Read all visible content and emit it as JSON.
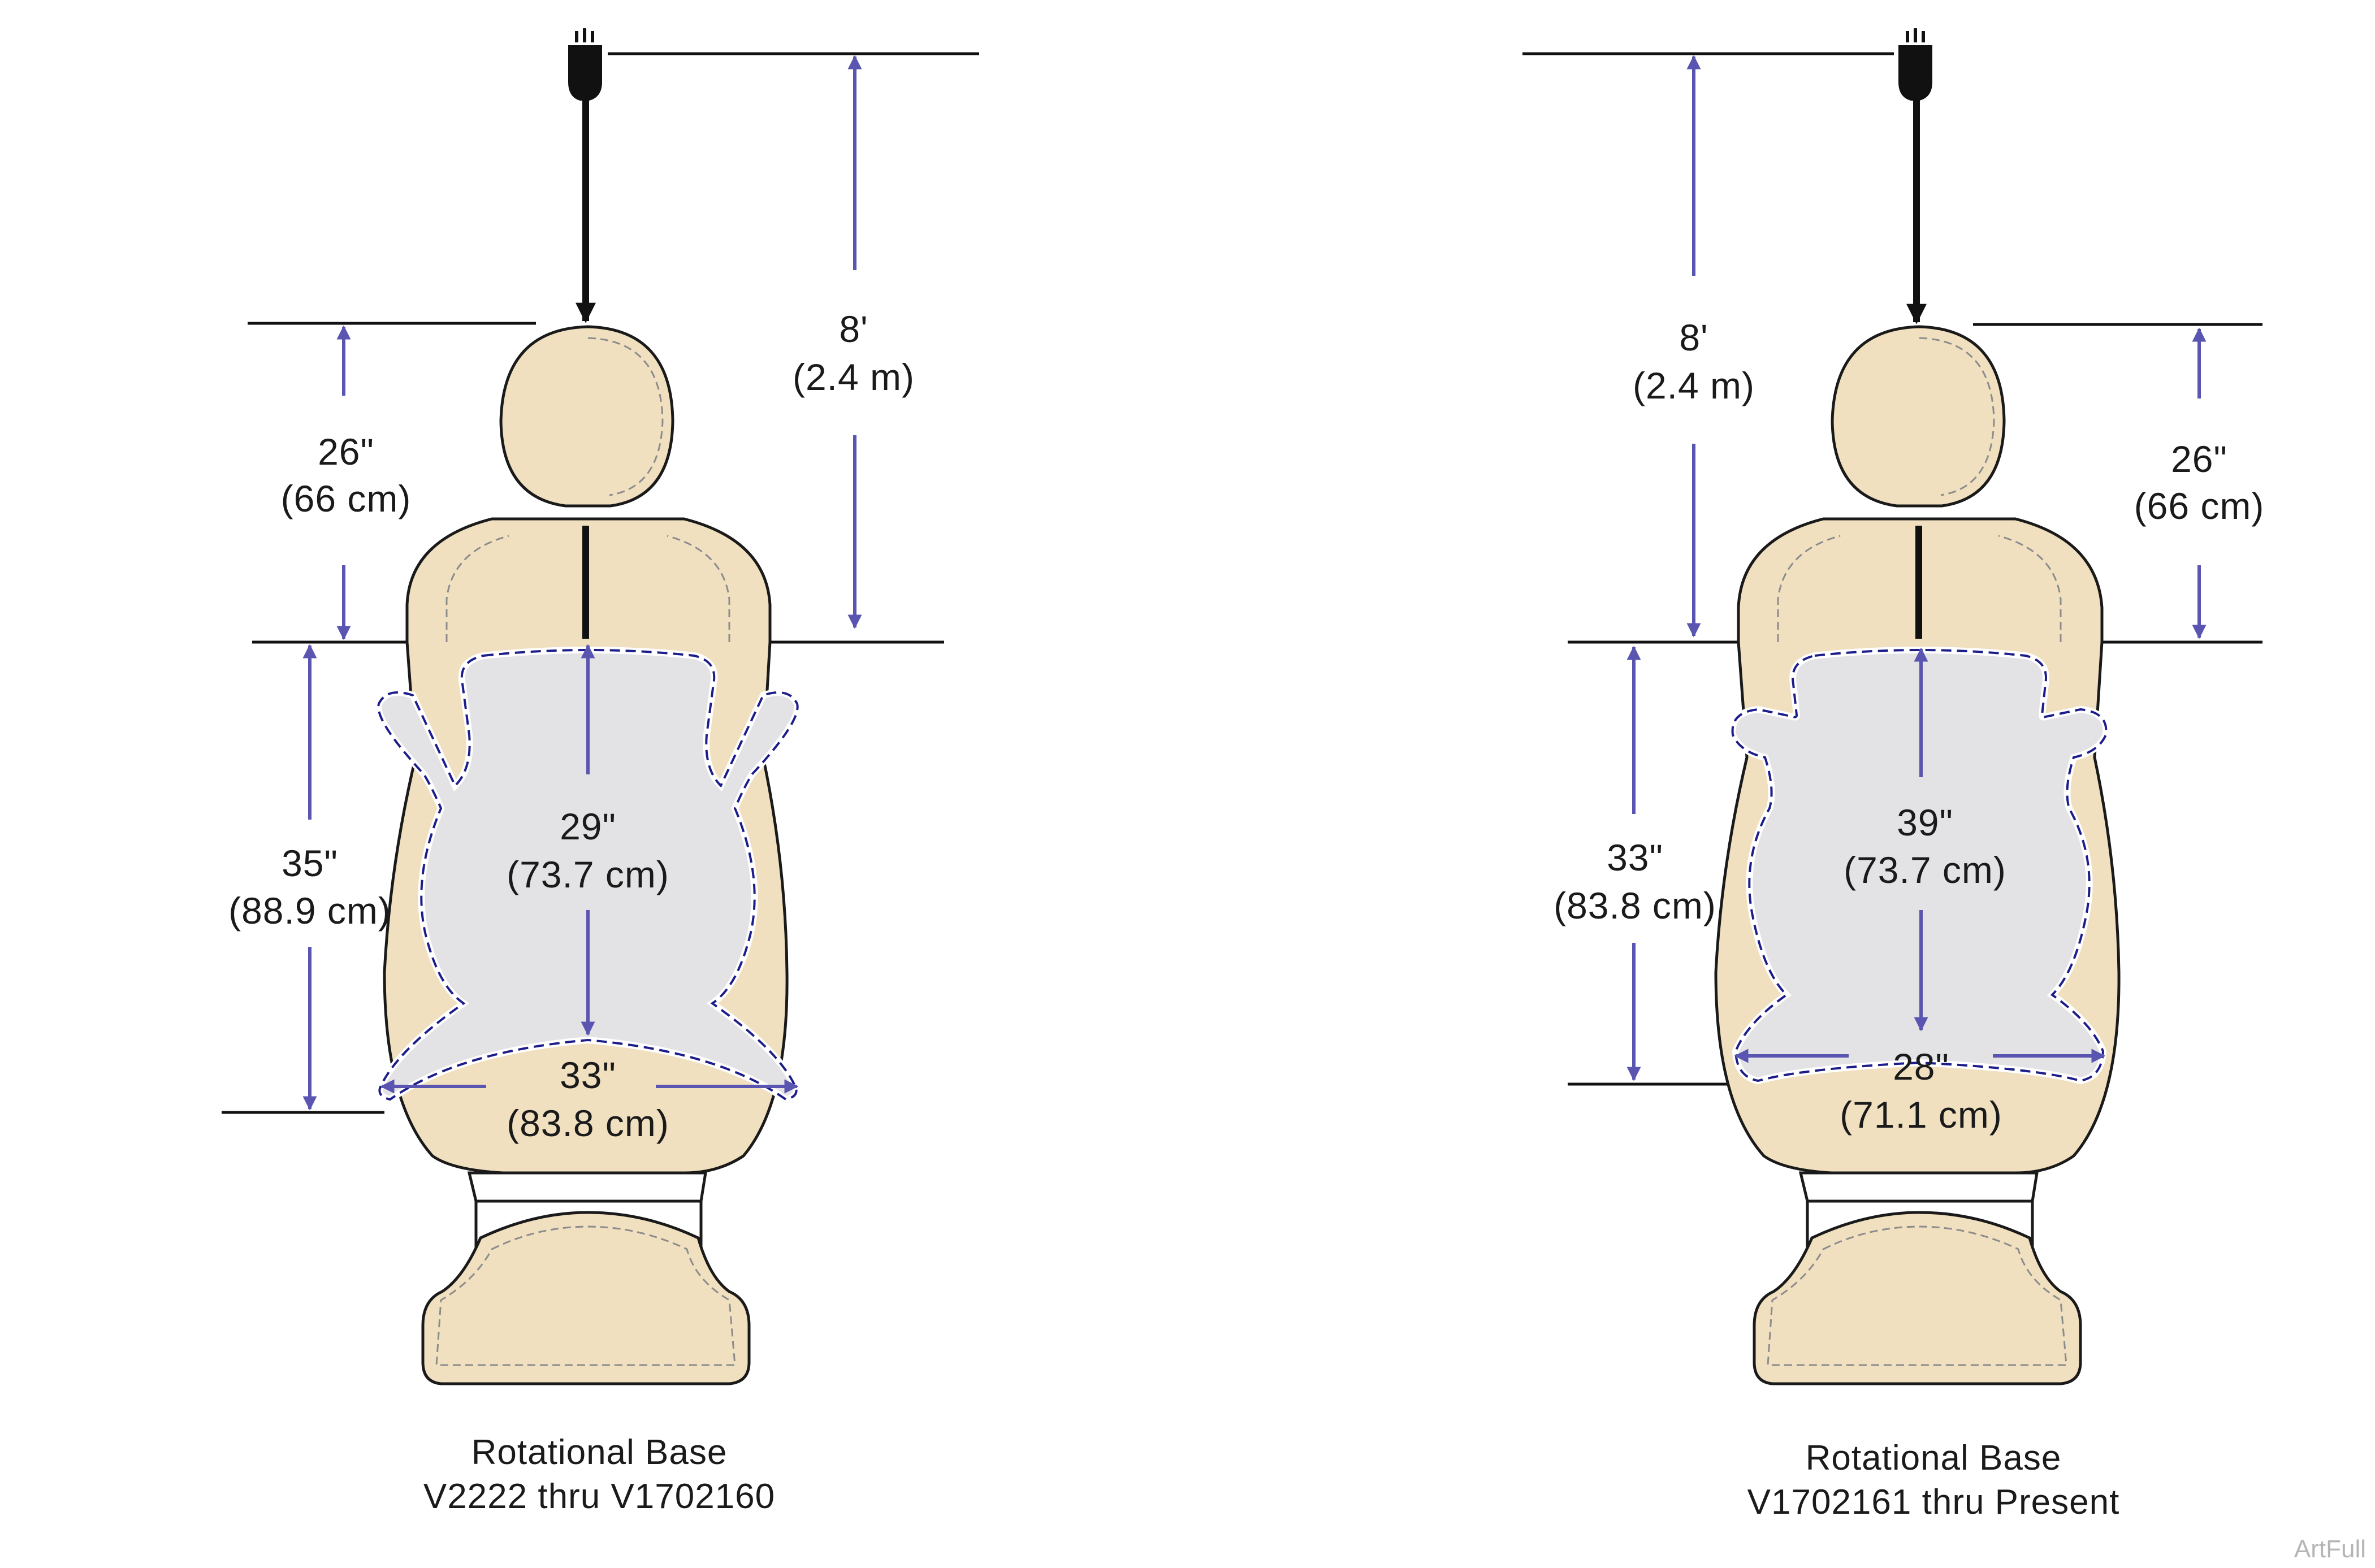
{
  "colors": {
    "upholstery": "#f0e0c0",
    "patient_zone": "#e3e3e5",
    "dimension_arrow": "#5a55b0",
    "outline": "#1a1a1a",
    "zone_dash": "#1c1c8a"
  },
  "icons": {
    "power_cord": "power-plug-icon"
  },
  "left_diagram": {
    "overhead_height": {
      "imperial": "8'",
      "metric": "(2.4 m)"
    },
    "headrest_height": {
      "imperial": "26\"",
      "metric": "(66 cm)"
    },
    "zone_length_outer": {
      "imperial": "35\"",
      "metric": "(88.9 cm)"
    },
    "zone_length_inner": {
      "imperial": "29\"",
      "metric": "(73.7 cm)"
    },
    "zone_width": {
      "imperial": "33\"",
      "metric": "(83.8 cm)"
    },
    "caption_line1": "Rotational Base",
    "caption_line2": "V2222 thru V1702160"
  },
  "right_diagram": {
    "overhead_height": {
      "imperial": "8'",
      "metric": "(2.4 m)"
    },
    "headrest_height": {
      "imperial": "26\"",
      "metric": "(66 cm)"
    },
    "zone_length_outer": {
      "imperial": "33\"",
      "metric": "(83.8 cm)"
    },
    "zone_length_inner": {
      "imperial": "39\"",
      "metric": "(73.7 cm)"
    },
    "zone_width": {
      "imperial": "28\"",
      "metric": "(71.1 cm)"
    },
    "caption_line1": "Rotational Base",
    "caption_line2": "V1702161 thru Present"
  },
  "watermark": "ArtFull"
}
